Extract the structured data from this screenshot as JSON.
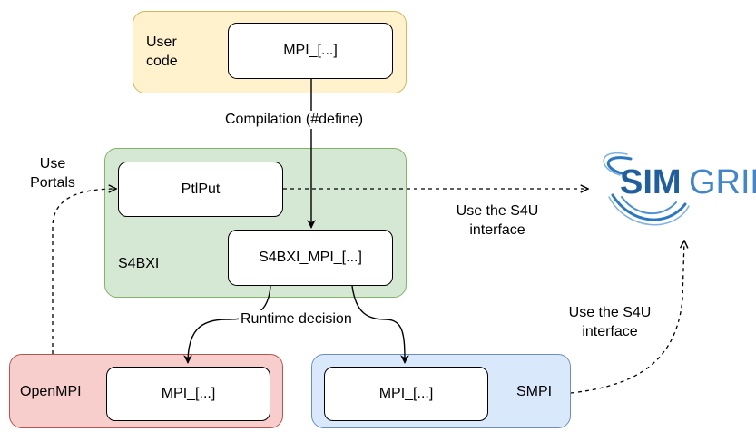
{
  "usercode": {
    "label_line1": "User",
    "label_line2": "code",
    "box": "MPI_[...]",
    "fill": "#fff2cc",
    "stroke": "#d6b656"
  },
  "s4bxi": {
    "label": "S4BXI",
    "ptlput": "PtlPut",
    "mpi": "S4BXI_MPI_[...]",
    "fill": "#d5e8d4",
    "stroke": "#82b366"
  },
  "openmpi": {
    "label": "OpenMPI",
    "box": "MPI_[...]",
    "fill": "#f8cecc",
    "stroke": "#b85450"
  },
  "smpi": {
    "label": "SMPI",
    "box": "MPI_[...]",
    "fill": "#dae8fc",
    "stroke": "#6c8ebf"
  },
  "edges": {
    "compilation": "Compilation (#define)",
    "runtime": "Runtime decision",
    "use_portals_line1": "Use",
    "use_portals_line2": "Portals",
    "s4u_top_line1": "Use the S4U",
    "s4u_top_line2": "interface",
    "s4u_bottom_line1": "Use the S4U",
    "s4u_bottom_line2": "interface"
  },
  "logo": {
    "text_sim": "SIM",
    "text_grid": "GRID",
    "color": "#1f5fa0"
  }
}
